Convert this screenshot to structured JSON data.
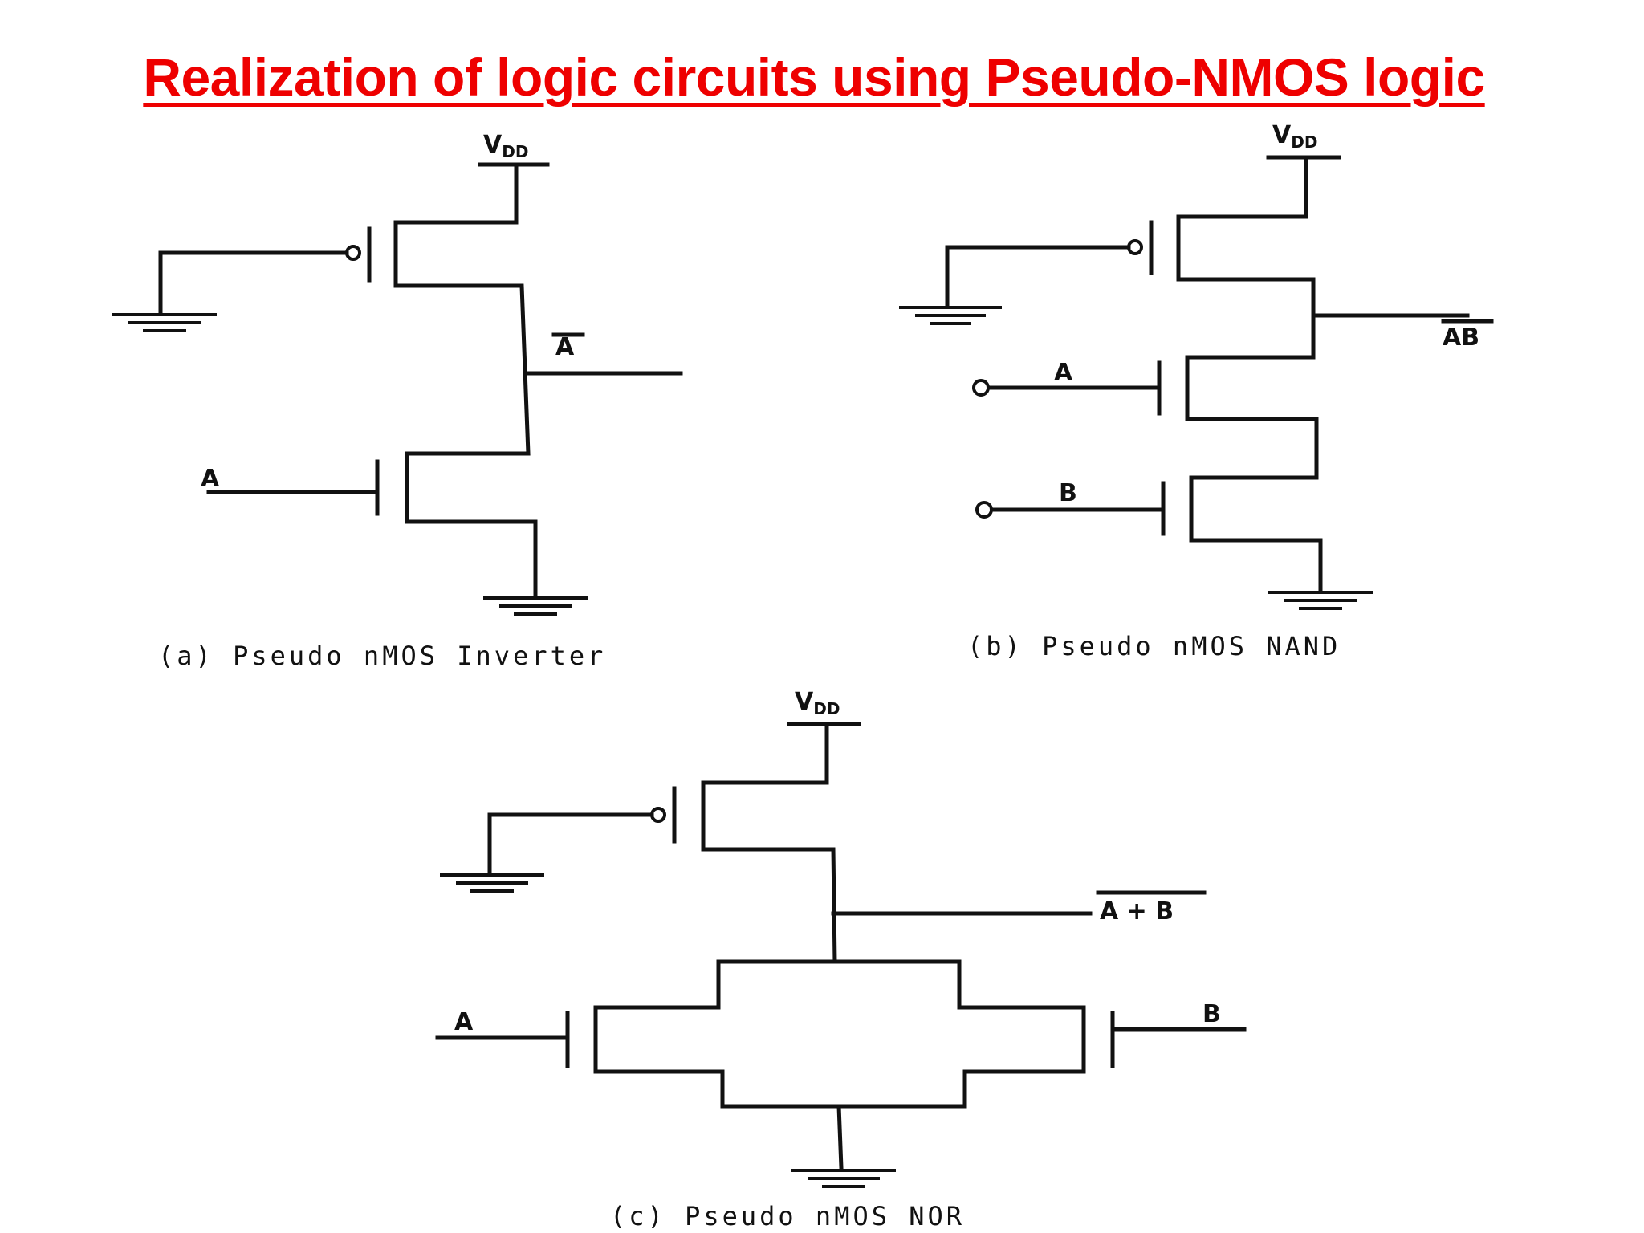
{
  "slide": {
    "title": "Realization of logic circuits using Pseudo-NMOS logic",
    "title_color": "#ee0000"
  },
  "circuits": {
    "inverter": {
      "supply_main": "V",
      "supply_sub": "DD",
      "input": "A",
      "output": "A",
      "caption": "(a) Pseudo nMOS Inverter"
    },
    "nand": {
      "supply_main": "V",
      "supply_sub": "DD",
      "input_a": "A",
      "input_b": "B",
      "output": "AB",
      "caption": "(b) Pseudo nMOS NAND"
    },
    "nor": {
      "supply_main": "V",
      "supply_sub": "DD",
      "input_a": "A",
      "input_b": "B",
      "output": "A + B",
      "caption": "(c) Pseudo nMOS NOR"
    }
  }
}
